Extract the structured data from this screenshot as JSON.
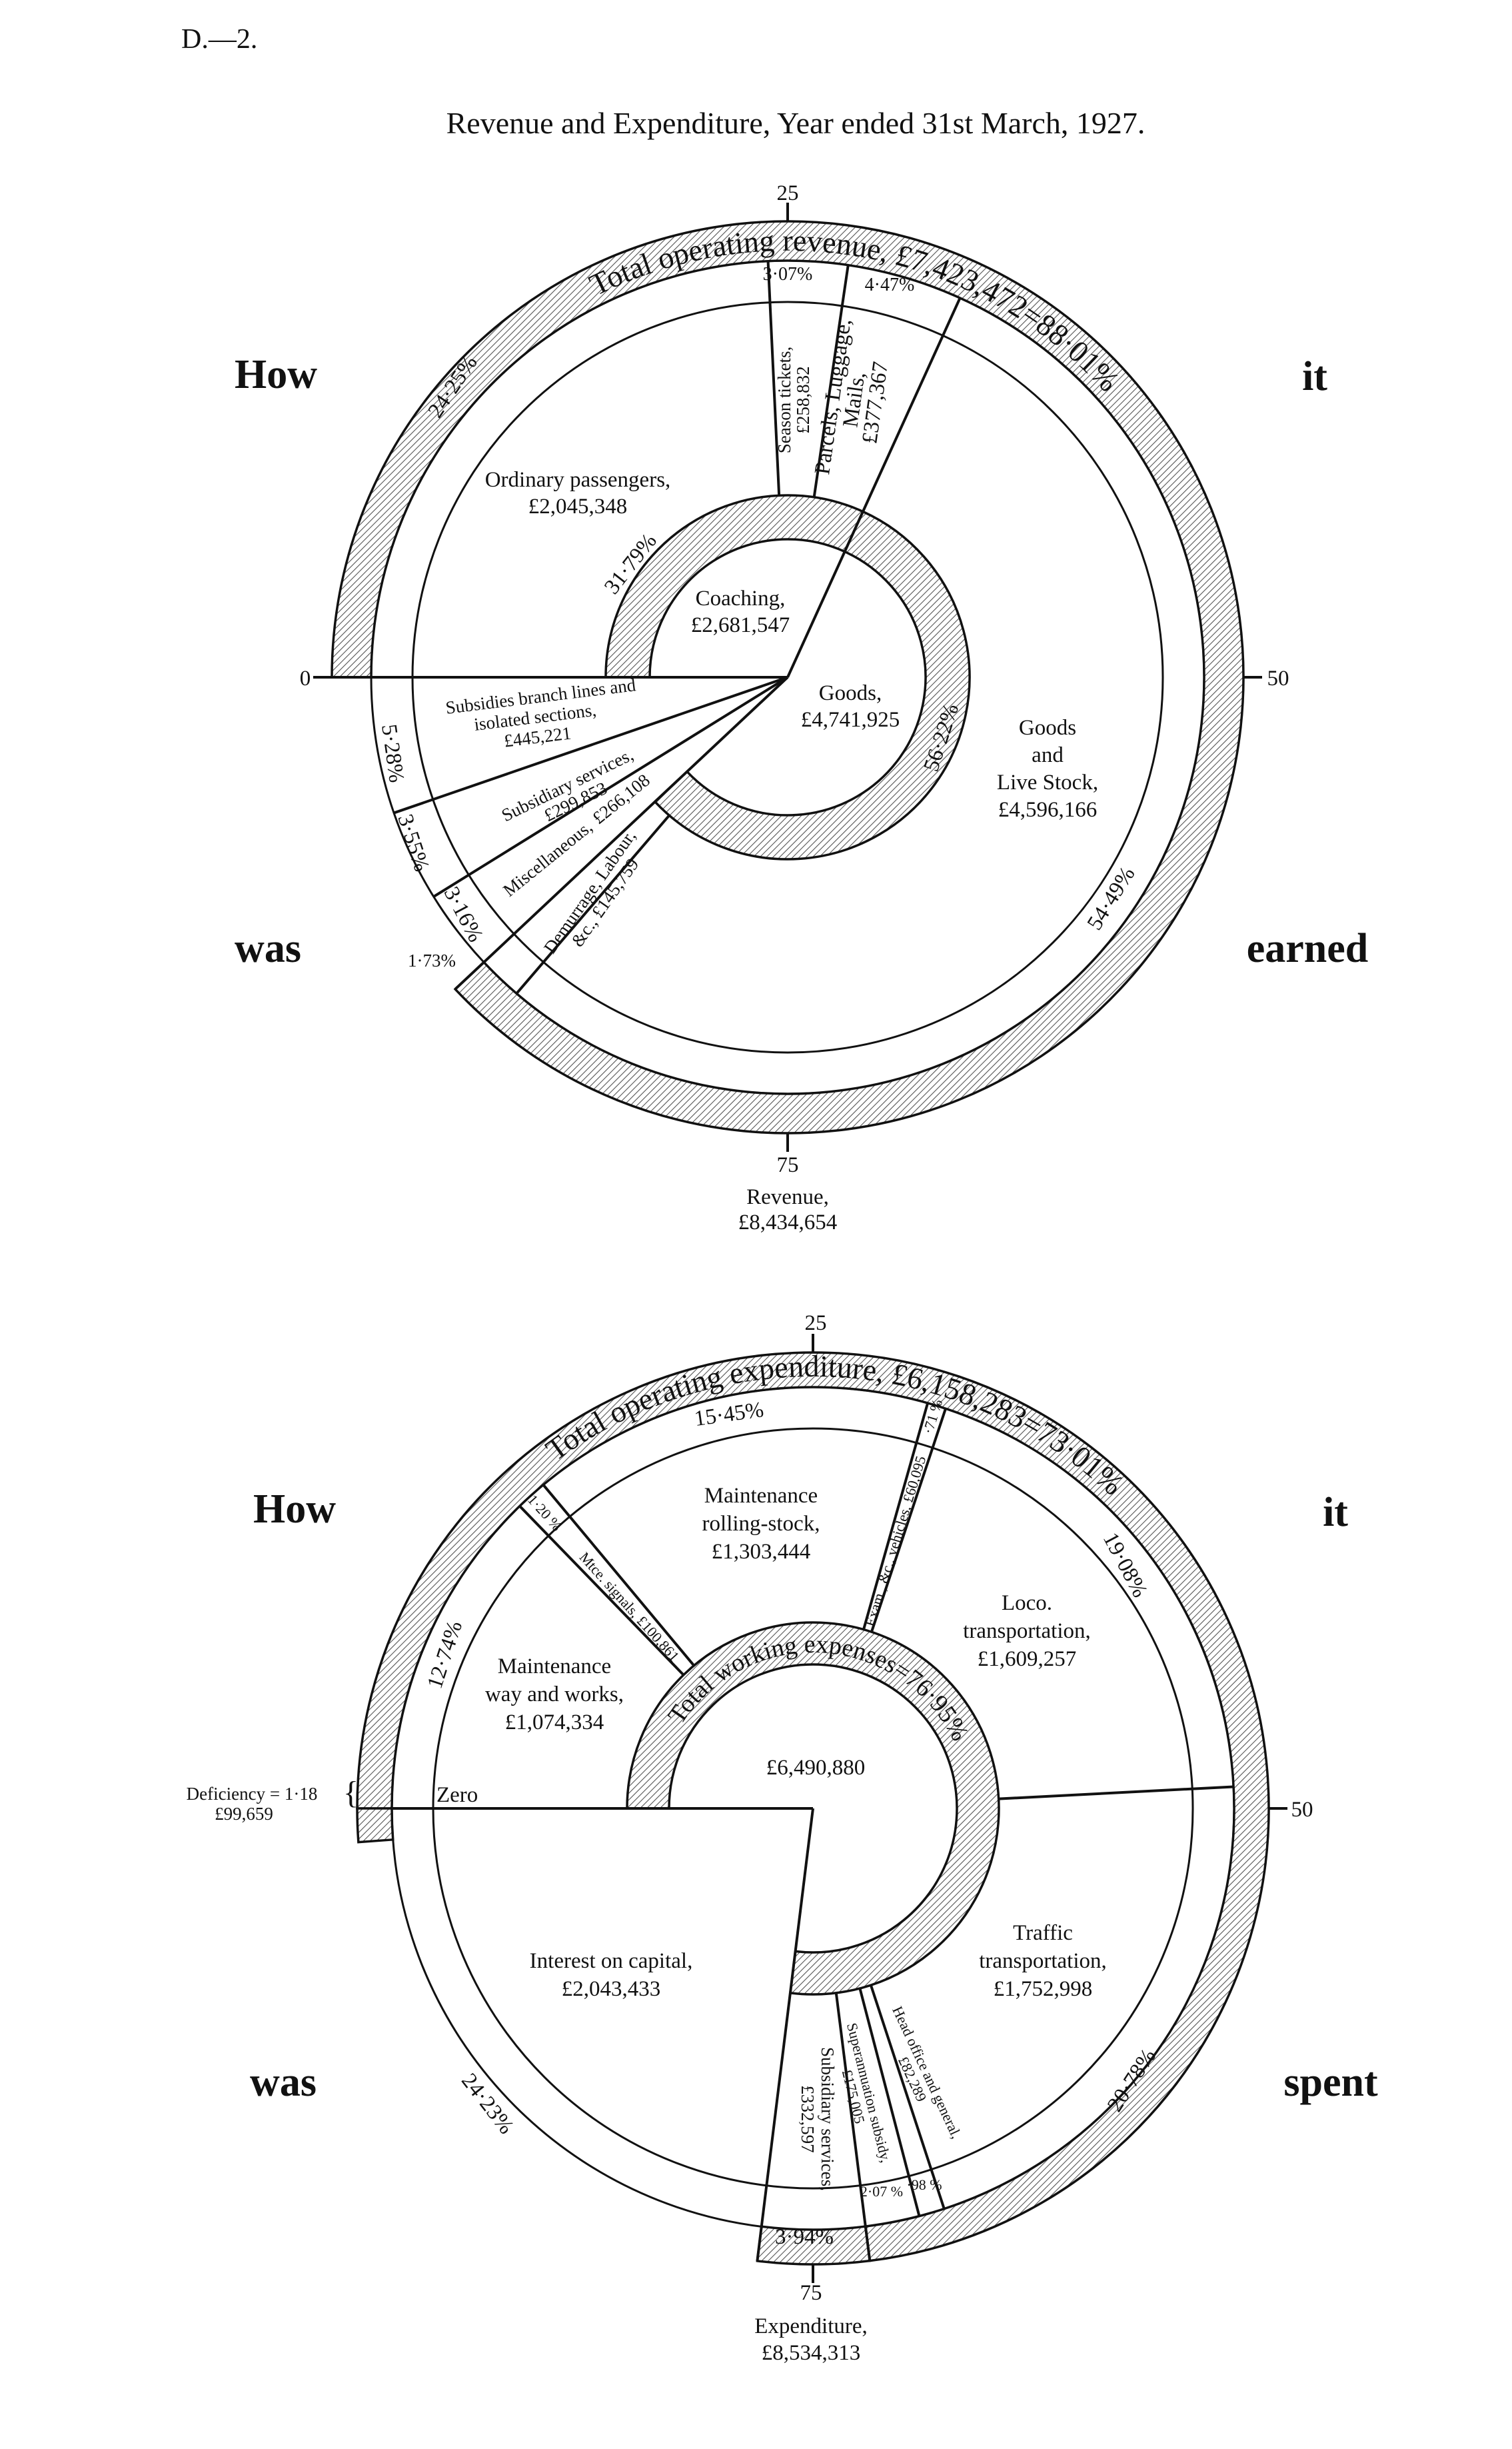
{
  "header": {
    "page_ref": "D.—2.",
    "title": "Revenue and Expenditure, Year ended 31st March, 1927."
  },
  "side_words": {
    "revenue": [
      "How",
      "it",
      "was",
      "earned"
    ],
    "expenditure": [
      "How",
      "it",
      "was",
      "spent"
    ]
  },
  "colors": {
    "ink": "#111111",
    "hatch": "#555555",
    "paper": "#ffffff"
  },
  "chart_data": [
    {
      "type": "pie",
      "title": "Revenue,",
      "total": "£8,434,654",
      "scale_ticks": [
        "0",
        "25",
        "50",
        "75"
      ],
      "outer_ring": {
        "label": "Total operating revenue, £7,423,472=88·01%",
        "percent": 88.01
      },
      "inner_ring": [
        {
          "label": "Coaching,",
          "amount": "£2,681,547",
          "pct_label": "31·79%",
          "percent": 31.79
        },
        {
          "label": "Goods,",
          "amount": "£4,741,925",
          "pct_label": "56·22%",
          "percent": 56.22
        }
      ],
      "segments": [
        {
          "label": [
            "Ordinary passengers,"
          ],
          "amount": "£2,045,348",
          "pct_label": "24·25%",
          "percent": 24.25
        },
        {
          "label": [
            "Season tickets,"
          ],
          "amount": "£258,832",
          "pct_label": "3·07%",
          "percent": 3.07
        },
        {
          "label": [
            "Parcels, Luggage,",
            "Mails,"
          ],
          "amount": "£377,367",
          "pct_label": "4·47%",
          "percent": 4.47
        },
        {
          "label": [
            "Goods",
            "and",
            "Live Stock,"
          ],
          "amount": "£4,596,166",
          "pct_label": "54·49%",
          "percent": 54.49
        },
        {
          "label": [
            "Demurrage, Labour,"
          ],
          "amount": "&c., £145,759",
          "pct_label": "1·73%",
          "percent": 1.73
        },
        {
          "label": [
            "Miscellaneous,"
          ],
          "amount": "£266,108",
          "pct_label": "3·16%",
          "percent": 3.16
        },
        {
          "label": [
            "Subsidiary services,"
          ],
          "amount": "£299,853",
          "pct_label": "3·55%",
          "percent": 3.55
        },
        {
          "label": [
            "Subsidies branch lines and",
            "isolated sections,"
          ],
          "amount": "£445,221",
          "pct_label": "5·28%",
          "percent": 5.28
        }
      ]
    },
    {
      "type": "pie",
      "title": "Expenditure,",
      "total": "£8,534,313",
      "scale_ticks": [
        "0",
        "25",
        "50",
        "75"
      ],
      "zero_label": "Zero",
      "outer_ring": {
        "label": "Total operating expenditure, £6,158,283=73·01%",
        "percent": 73.01
      },
      "inner_ring": [
        {
          "label": "Total working expenses=76·95%",
          "amount": "£6,490,880",
          "percent": 76.95
        }
      ],
      "segments": [
        {
          "label": [
            "Maintenance",
            "way and works,"
          ],
          "amount": "£1,074,334",
          "pct_label": "12·74%",
          "percent": 12.74
        },
        {
          "label": [
            "Mtce. signals,"
          ],
          "amount": "£100,861",
          "pct_label": "1·20 %",
          "percent": 1.2
        },
        {
          "label": [
            "Maintenance",
            "rolling-stock,"
          ],
          "amount": "£1,303,444",
          "pct_label": "15·45%",
          "percent": 15.45
        },
        {
          "label": [
            "Exam., &c., vehicles,"
          ],
          "amount": "£60,095",
          "pct_label": "·71 %",
          "percent": 0.71
        },
        {
          "label": [
            "Loco.",
            "transportation,"
          ],
          "amount": "£1,609,257",
          "pct_label": "19·08%",
          "percent": 19.08
        },
        {
          "label": [
            "Traffic",
            "transportation,"
          ],
          "amount": "£1,752,998",
          "pct_label": "20·78%",
          "percent": 20.78
        },
        {
          "label": [
            "Head office and general,"
          ],
          "amount": "£82,289",
          "pct_label": "·98 %",
          "percent": 0.98
        },
        {
          "label": [
            "Superannuation subsidy,"
          ],
          "amount": "£175,005",
          "pct_label": "2·07 %",
          "percent": 2.07
        },
        {
          "label": [
            "Subsidiary services,"
          ],
          "amount": "£332,597",
          "pct_label": "3·94%",
          "percent": 3.94
        },
        {
          "label": [
            "Interest on capital,"
          ],
          "amount": "£2,043,433",
          "pct_label": "24·23%",
          "percent": 24.23
        },
        {
          "label": [
            "Deficiency = 1·18"
          ],
          "amount": "£99,659",
          "pct_label": "1·18",
          "percent": 1.18
        }
      ]
    }
  ]
}
